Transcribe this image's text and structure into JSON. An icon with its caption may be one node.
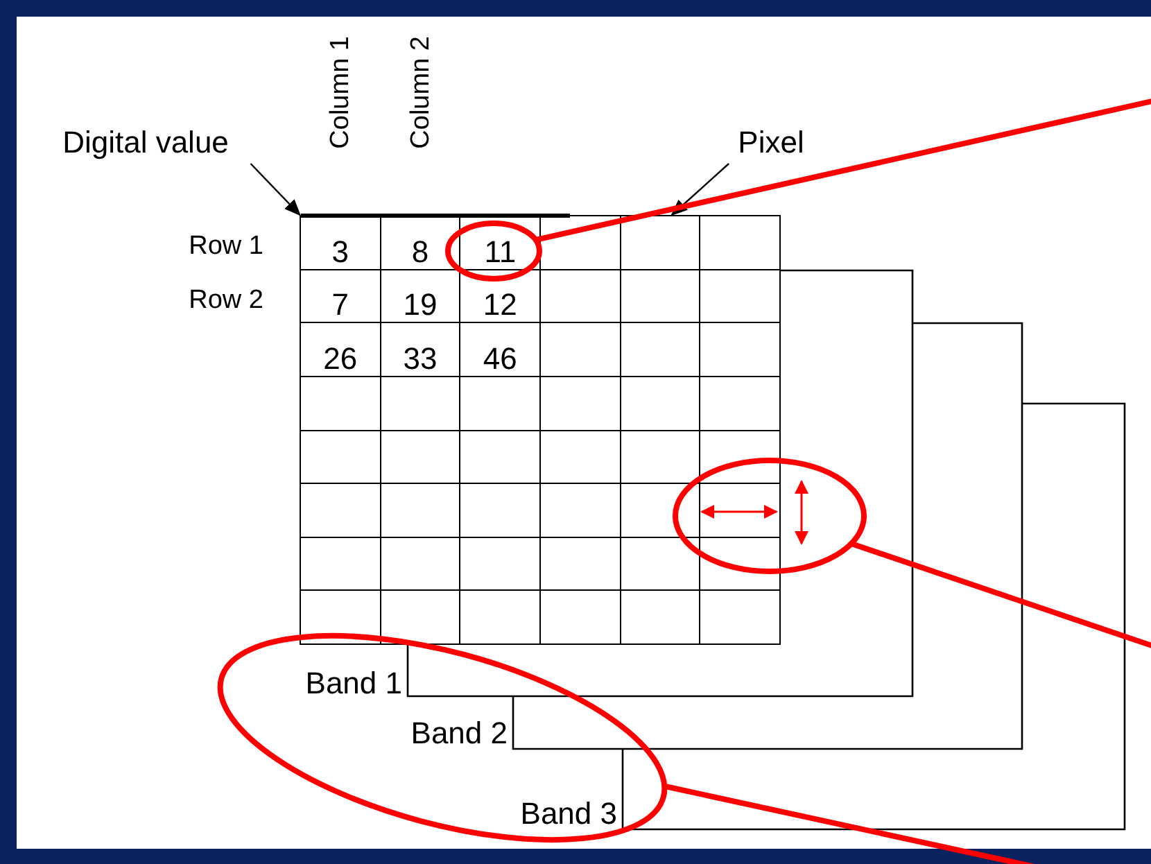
{
  "diagram": {
    "nodes": [
      {
        "text": [],
        "shape": "box"
      },
      {
        "text": [
          "3"
        ],
        "in": 0
      },
      {
        "text": [],
        "shape": "box",
        "in": 0
      },
      {
        "text": [],
        "shape": "box"
      },
      {
        "text": [],
        "shape": "box"
      },
      {
        "text": [],
        "shape": "box"
      },
      {
        "text": [
          "Digital value"
        ]
      },
      {
        "text": [
          "Pixel"
        ]
      },
      {
        "text": [],
        "shape": "circle",
        "in": 0
      },
      {
        "text": [],
        "shape": "circle"
      },
      {
        "text": [
          "Band 1",
          "Band 2",
          "Band 3"
        ]
      }
    ],
    "edges": [
      {
        "from": 6,
        "to": 1,
        "arrow": "to",
        "color": "#000000"
      },
      {
        "from": 7,
        "to": 2,
        "arrow": "to",
        "color": "#000000"
      },
      {
        "from": 8,
        "to": null,
        "arrow": "none"
      },
      {
        "from": 9,
        "to": null,
        "arrow": "none"
      },
      {
        "from": 10,
        "to": null,
        "arrow": "none"
      }
    ],
    "labels": [
      "Column 1",
      "Column 2",
      "Row 1",
      "Row 2",
      "8",
      "11",
      "7",
      "19",
      "12",
      "26",
      "33",
      "46"
    ]
  }
}
